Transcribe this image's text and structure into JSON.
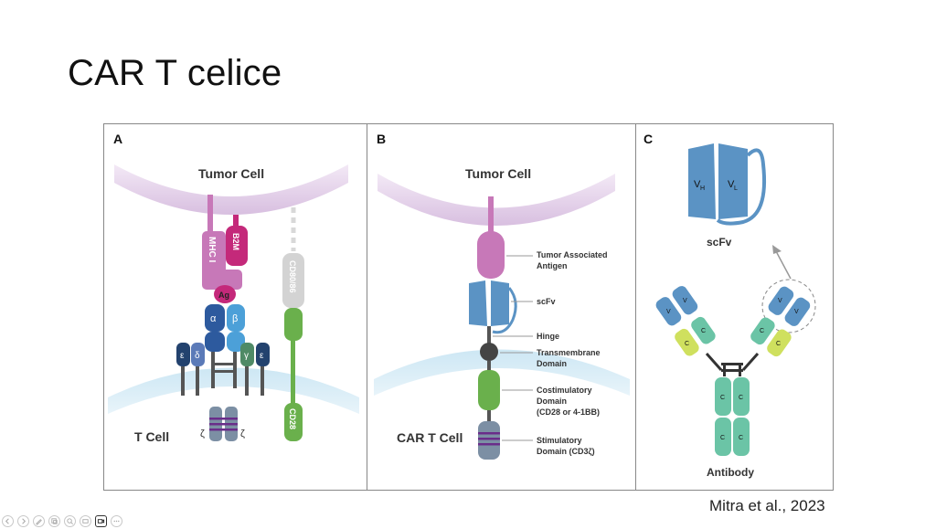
{
  "slide": {
    "title": "CAR T celice",
    "citation": "Mitra et al., 2023"
  },
  "panel_a": {
    "letter": "A",
    "tumor_cell": "Tumor Cell",
    "t_cell": "T Cell",
    "mhc": "MHC I",
    "b2m": "B2M",
    "ag": "Ag",
    "alpha": "α",
    "beta": "β",
    "epsilon": "ε",
    "delta": "δ",
    "gamma": "γ",
    "zeta": "ζ",
    "cd8086": "CD80/86",
    "cd28": "CD28"
  },
  "panel_b": {
    "letter": "B",
    "tumor_cell": "Tumor Cell",
    "car_t_cell": "CAR T Cell",
    "labels": {
      "taa_1": "Tumor Associated",
      "taa_2": "Antigen",
      "scfv": "scFv",
      "hinge": "Hinge",
      "tm_1": "Transmembrane",
      "tm_2": "Domain",
      "co_1": "Costimulatory",
      "co_2": "Domain",
      "co_3": "(CD28 or 4-1BB)",
      "st_1": "Stimulatory",
      "st_2": "Domain (CD3ζ)"
    }
  },
  "panel_c": {
    "letter": "C",
    "v": "V",
    "h": "H",
    "l": "L",
    "c": "C",
    "scfv": "scFv",
    "antibody": "Antibody"
  },
  "toolbar": {
    "icons": [
      "prev-icon",
      "next-icon",
      "pen-icon",
      "copy-icon",
      "zoom-icon",
      "screen-icon",
      "camera-icon",
      "more-icon"
    ]
  }
}
